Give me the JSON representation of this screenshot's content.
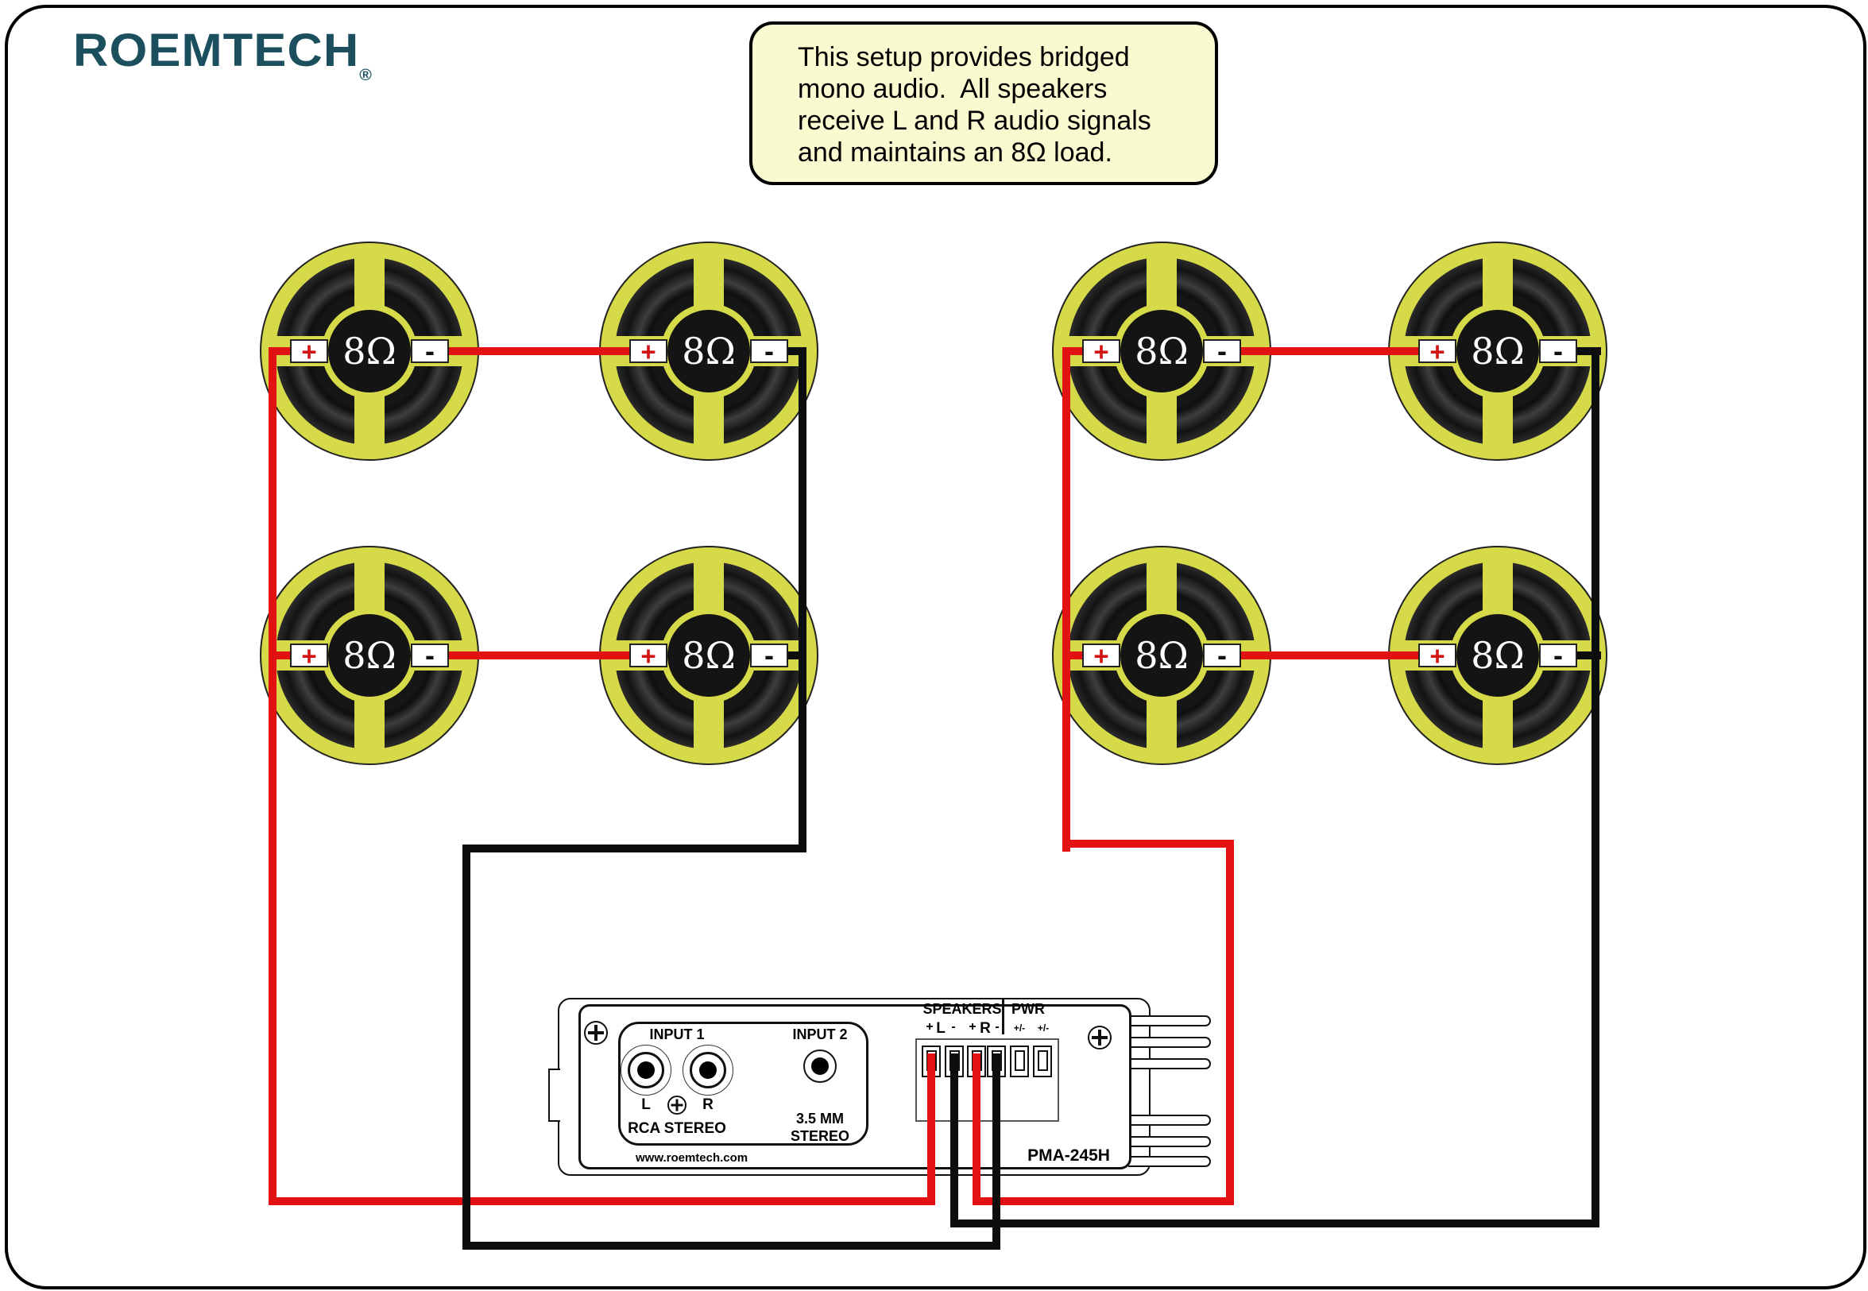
{
  "logo": {
    "text": "ROEMTECH",
    "reg": "®"
  },
  "note": {
    "lines": [
      "This setup provides bridged",
      "mono audio.  All speakers",
      "receive L and R audio signals",
      "and maintains an 8Ω load."
    ]
  },
  "speaker": {
    "count": 8,
    "impedance": "8Ω",
    "plus": "+",
    "minus": "-"
  },
  "connections": [
    "amp +L to left group speaker positives",
    "left group speaker negatives to amp R-",
    "amp +R to right group speaker positives",
    "right group speaker negatives to amp L-",
    "within each row speakers are linked minus to plus in series"
  ],
  "amplifier": {
    "model": "PMA-245H",
    "website": "www.roemtech.com",
    "speakers_header": "SPEAKERS",
    "pwr_header": "PWR",
    "terminal_signs": [
      "+",
      "L",
      "-",
      "+",
      "R",
      "-",
      "+/-",
      "+/-"
    ],
    "input1": {
      "label": "INPUT 1",
      "left": "L",
      "right": "R",
      "type": "RCA STEREO"
    },
    "input2": {
      "label": "INPUT 2",
      "line1": "3.5 MM",
      "line2": "STEREO"
    }
  },
  "colors": {
    "wire_red": "#e31212",
    "wire_black": "#0d0d0d",
    "speaker_yellow": "#d6da49",
    "note_bg": "#fafad0",
    "logo": "#1b4f5e",
    "terminal_plus": "#d31414"
  }
}
